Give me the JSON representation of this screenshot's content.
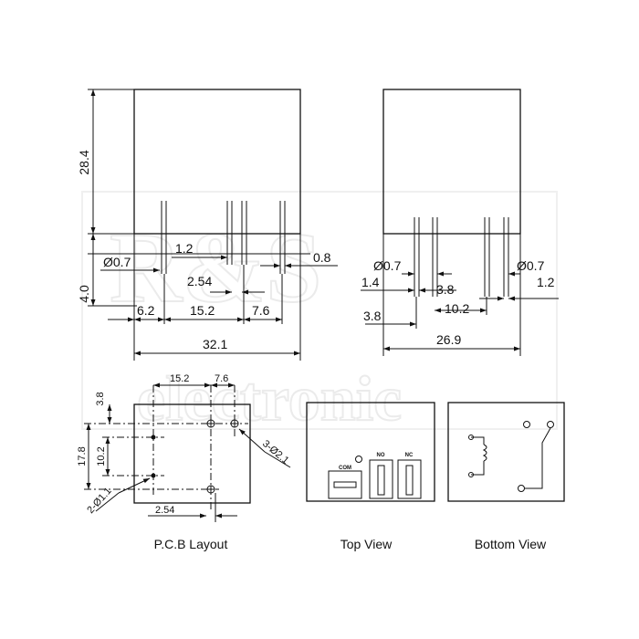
{
  "front_view": {
    "height_body": "28.4",
    "height_pin": "4.0",
    "pin_dia": "Ø0.7",
    "pin_w_1": "1.2",
    "pitch_254": "2.54",
    "pin_w_2": "0.8",
    "offset_left": "6.2",
    "span_152": "15.2",
    "span_76": "7.6",
    "width_total": "32.1"
  },
  "side_view": {
    "pin_dia_left": "Ø0.7",
    "pin_dia_right": "Ø0.7",
    "dim_14": "1.4",
    "dim_38_a": "3.8",
    "dim_12": "1.2",
    "dim_102": "10.2",
    "dim_38_b": "3.8",
    "width_total": "26.9"
  },
  "pcb_layout": {
    "dim_152": "15.2",
    "dim_76": "7.6",
    "dim_38": "3.8",
    "dim_178": "17.8",
    "dim_102": "10.2",
    "hole_big": "3-Ø2.1",
    "hole_small": "2-Ø1.1",
    "dim_254": "2.54",
    "caption": "P.C.B Layout"
  },
  "top_view": {
    "label_com": "COM",
    "label_no": "NO",
    "label_nc": "NC",
    "caption": "Top View"
  },
  "bottom_view": {
    "caption": "Bottom View"
  },
  "watermark": {
    "line1": "R&S",
    "line2": "electronic"
  }
}
